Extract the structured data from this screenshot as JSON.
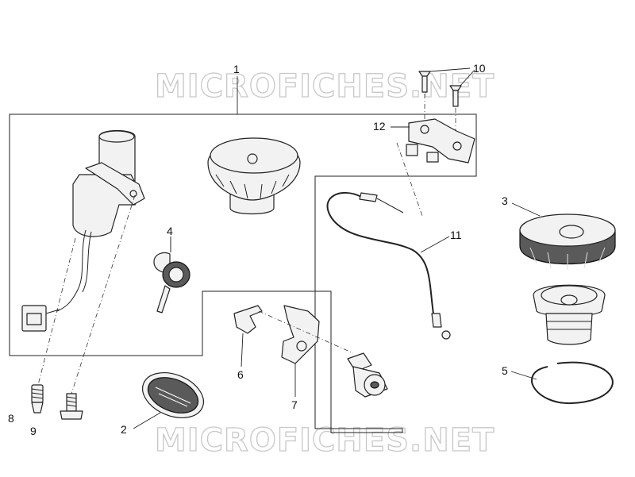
{
  "watermark": "MICROFICHES.NET",
  "callouts": {
    "c1": "1",
    "c2": "2",
    "c3": "3",
    "c4": "4",
    "c5": "5",
    "c6": "6",
    "c7": "7",
    "c8": "8",
    "c9": "9",
    "c10": "10",
    "c11": "11",
    "c12": "12"
  },
  "colors": {
    "line": "#222222",
    "watermark": "#c8c8c8",
    "background": "#ffffff"
  }
}
